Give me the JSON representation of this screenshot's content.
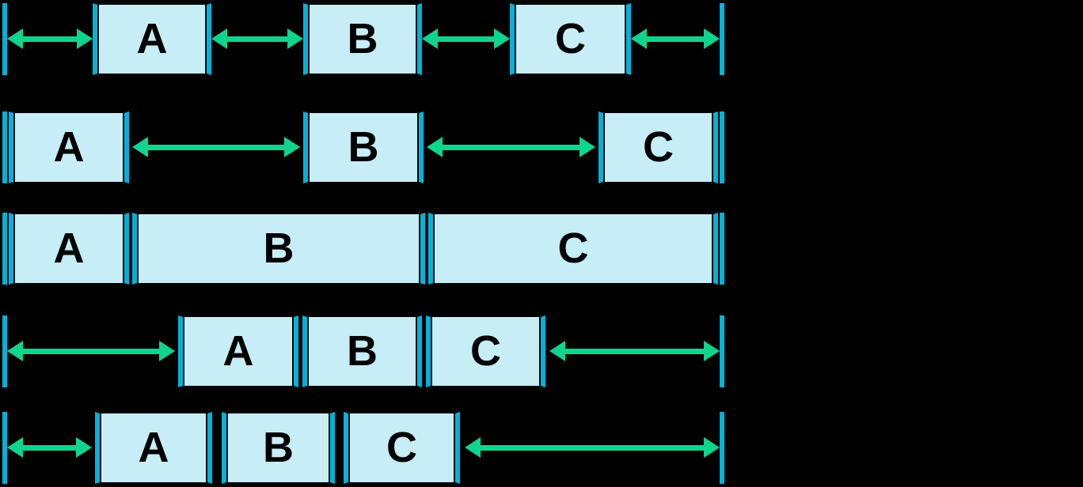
{
  "diagram": {
    "background": "#000000",
    "colors": {
      "background": "#000000",
      "boundary": "#00B3D7",
      "box_fill": "#C7EDF6",
      "box_outline": "#000000",
      "arrow": "#0FD48E",
      "label": "#000000"
    },
    "rows": [
      {
        "id": "equal-gaps",
        "boxes": [
          "A",
          "B",
          "C"
        ]
      },
      {
        "id": "space-between",
        "boxes": [
          "A",
          "B",
          "C"
        ]
      },
      {
        "id": "stretch-fill",
        "boxes": [
          "A",
          "B",
          "C"
        ]
      },
      {
        "id": "centered-group",
        "boxes": [
          "A",
          "B",
          "C"
        ]
      },
      {
        "id": "start-group",
        "boxes": [
          "A",
          "B",
          "C"
        ]
      }
    ]
  }
}
